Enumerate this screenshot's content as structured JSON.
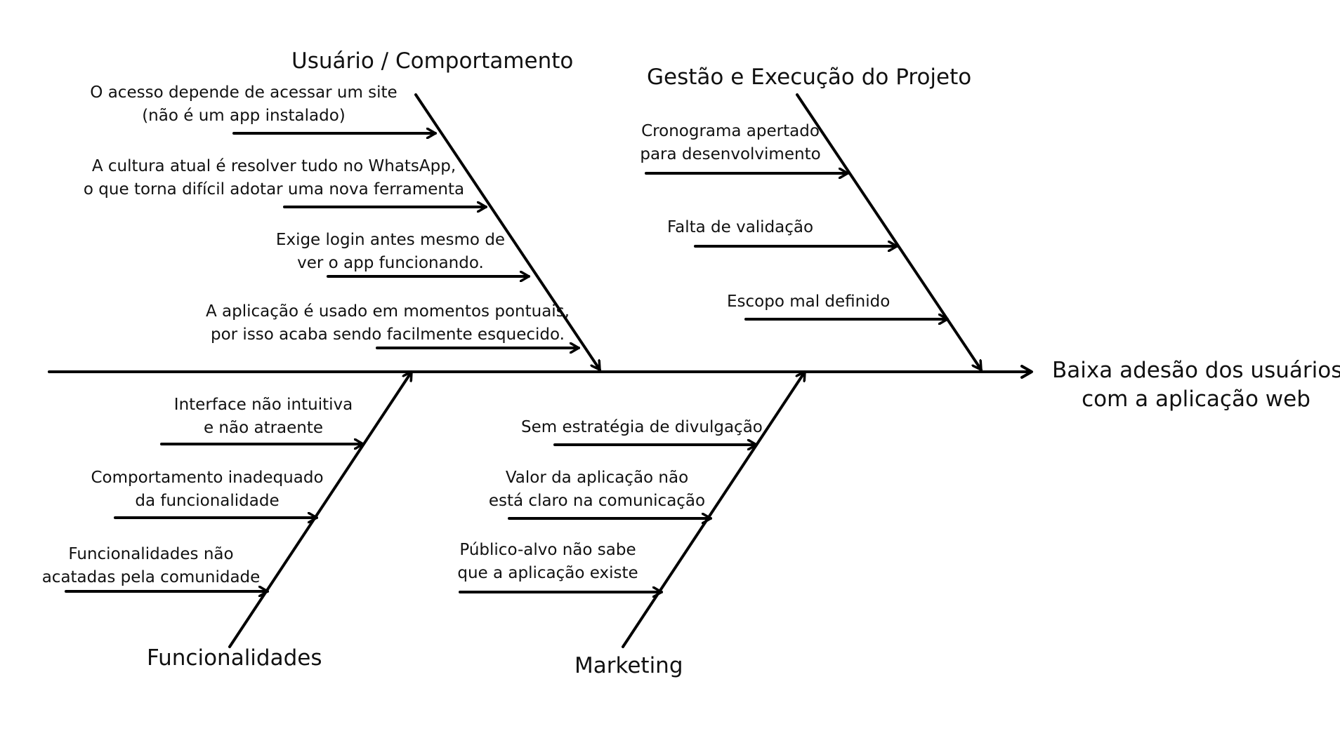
{
  "effect": {
    "line1": "Baixa adesão dos usuários",
    "line2": "com a aplicação web"
  },
  "categories": {
    "usuario": {
      "title": "Usuário / Comportamento",
      "causes": [
        {
          "l1": "O acesso depende de acessar um site",
          "l2": "(não é um app instalado)"
        },
        {
          "l1": "A cultura atual é resolver tudo no WhatsApp,",
          "l2": "o que torna difícil adotar uma nova ferramenta"
        },
        {
          "l1": "Exige login antes mesmo de",
          "l2": "ver o app funcionando."
        },
        {
          "l1": "A aplicação é usado em momentos pontuais,",
          "l2": "por isso acaba sendo facilmente esquecido."
        }
      ]
    },
    "gestao": {
      "title": "Gestão e Execução do Projeto",
      "causes": [
        {
          "l1": "Cronograma apertado",
          "l2": "para desenvolvimento"
        },
        {
          "l1": "Falta de validação"
        },
        {
          "l1": "Escopo mal definido"
        }
      ]
    },
    "funcionalidades": {
      "title": "Funcionalidades",
      "causes": [
        {
          "l1": "Interface não intuitiva",
          "l2": "e não atraente"
        },
        {
          "l1": "Comportamento inadequado",
          "l2": "da funcionalidade"
        },
        {
          "l1": "Funcionalidades não",
          "l2": "acatadas pela comunidade"
        }
      ]
    },
    "marketing": {
      "title": "Marketing",
      "causes": [
        {
          "l1": "Sem estratégia de divulgação"
        },
        {
          "l1": "Valor da aplicação não",
          "l2": "está claro na comunicação"
        },
        {
          "l1": "Público-alvo não sabe",
          "l2": "que a aplicação existe"
        }
      ]
    }
  }
}
